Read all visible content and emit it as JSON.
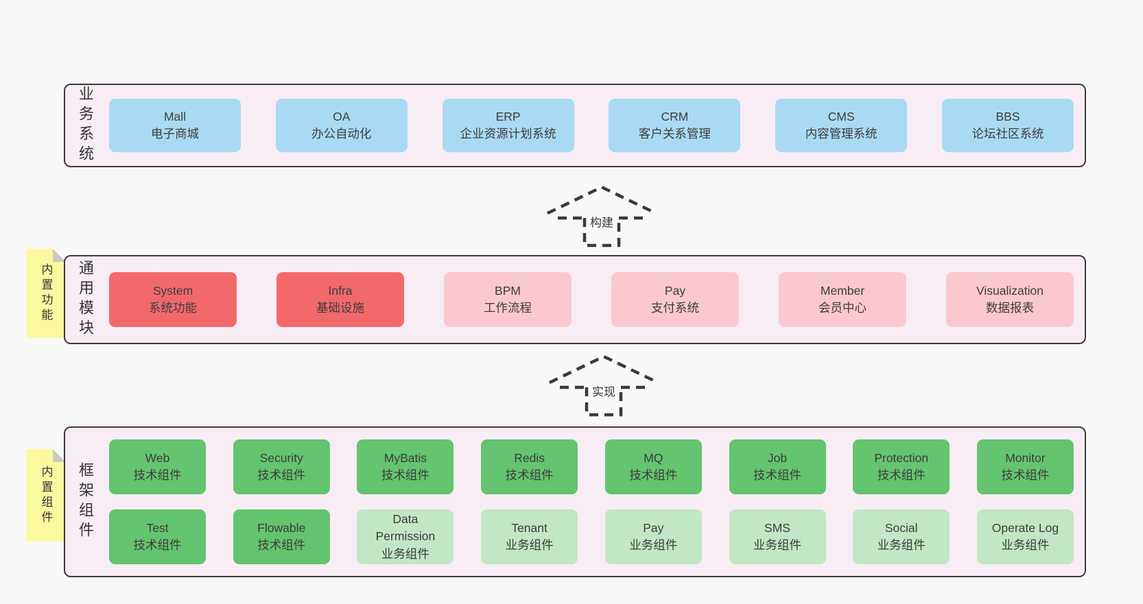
{
  "page": {
    "background": "#f8f8f8",
    "panel_background": "#f8edf5",
    "border_color": "#3a3a3a",
    "text_color": "#3d3d3d"
  },
  "colors": {
    "blue_box": "#aadaf3",
    "red_box": "#f2696c",
    "pink_box": "#fbc8d0",
    "green_box": "#64c46f",
    "light_green_box": "#c1e7c4",
    "tag_yellow": "#fbf9a0",
    "tag_fold_gray": "#c9c9c9"
  },
  "sections": {
    "business": {
      "label": "业务系统",
      "boxes": [
        {
          "name": "Mall",
          "desc": "电子商城"
        },
        {
          "name": "OA",
          "desc": "办公自动化"
        },
        {
          "name": "ERP",
          "desc": "企业资源计划系统"
        },
        {
          "name": "CRM",
          "desc": "客户关系管理"
        },
        {
          "name": "CMS",
          "desc": "内容管理系统"
        },
        {
          "name": "BBS",
          "desc": "论坛社区系统"
        }
      ]
    },
    "modules": {
      "label": "通用模块",
      "tag": "内置功能",
      "boxes": [
        {
          "name": "System",
          "desc": "系统功能",
          "variant": "red"
        },
        {
          "name": "Infra",
          "desc": "基础设施",
          "variant": "red"
        },
        {
          "name": "BPM",
          "desc": "工作流程",
          "variant": "pink"
        },
        {
          "name": "Pay",
          "desc": "支付系统",
          "variant": "pink"
        },
        {
          "name": "Member",
          "desc": "会员中心",
          "variant": "pink"
        },
        {
          "name": "Visualization",
          "desc": "数据报表",
          "variant": "pink"
        }
      ]
    },
    "framework": {
      "label": "框架组件",
      "tag": "内置组件",
      "rows": [
        [
          {
            "name": "Web",
            "desc": "技术组件",
            "variant": "green"
          },
          {
            "name": "Security",
            "desc": "技术组件",
            "variant": "green"
          },
          {
            "name": "MyBatis",
            "desc": "技术组件",
            "variant": "green"
          },
          {
            "name": "Redis",
            "desc": "技术组件",
            "variant": "green"
          },
          {
            "name": "MQ",
            "desc": "技术组件",
            "variant": "green"
          },
          {
            "name": "Job",
            "desc": "技术组件",
            "variant": "green"
          },
          {
            "name": "Protection",
            "desc": "技术组件",
            "variant": "green"
          },
          {
            "name": "Monitor",
            "desc": "技术组件",
            "variant": "green"
          }
        ],
        [
          {
            "name": "Test",
            "desc": "技术组件",
            "variant": "green"
          },
          {
            "name": "Flowable",
            "desc": "技术组件",
            "variant": "green"
          },
          {
            "name": "Data Permission",
            "desc": "业务组件",
            "variant": "lightgreen"
          },
          {
            "name": "Tenant",
            "desc": "业务组件",
            "variant": "lightgreen"
          },
          {
            "name": "Pay",
            "desc": "业务组件",
            "variant": "lightgreen"
          },
          {
            "name": "SMS",
            "desc": "业务组件",
            "variant": "lightgreen"
          },
          {
            "name": "Social",
            "desc": "业务组件",
            "variant": "lightgreen"
          },
          {
            "name": "Operate Log",
            "desc": "业务组件",
            "variant": "lightgreen"
          }
        ]
      ]
    }
  },
  "arrows": [
    {
      "label": "构建"
    },
    {
      "label": "实现"
    }
  ]
}
